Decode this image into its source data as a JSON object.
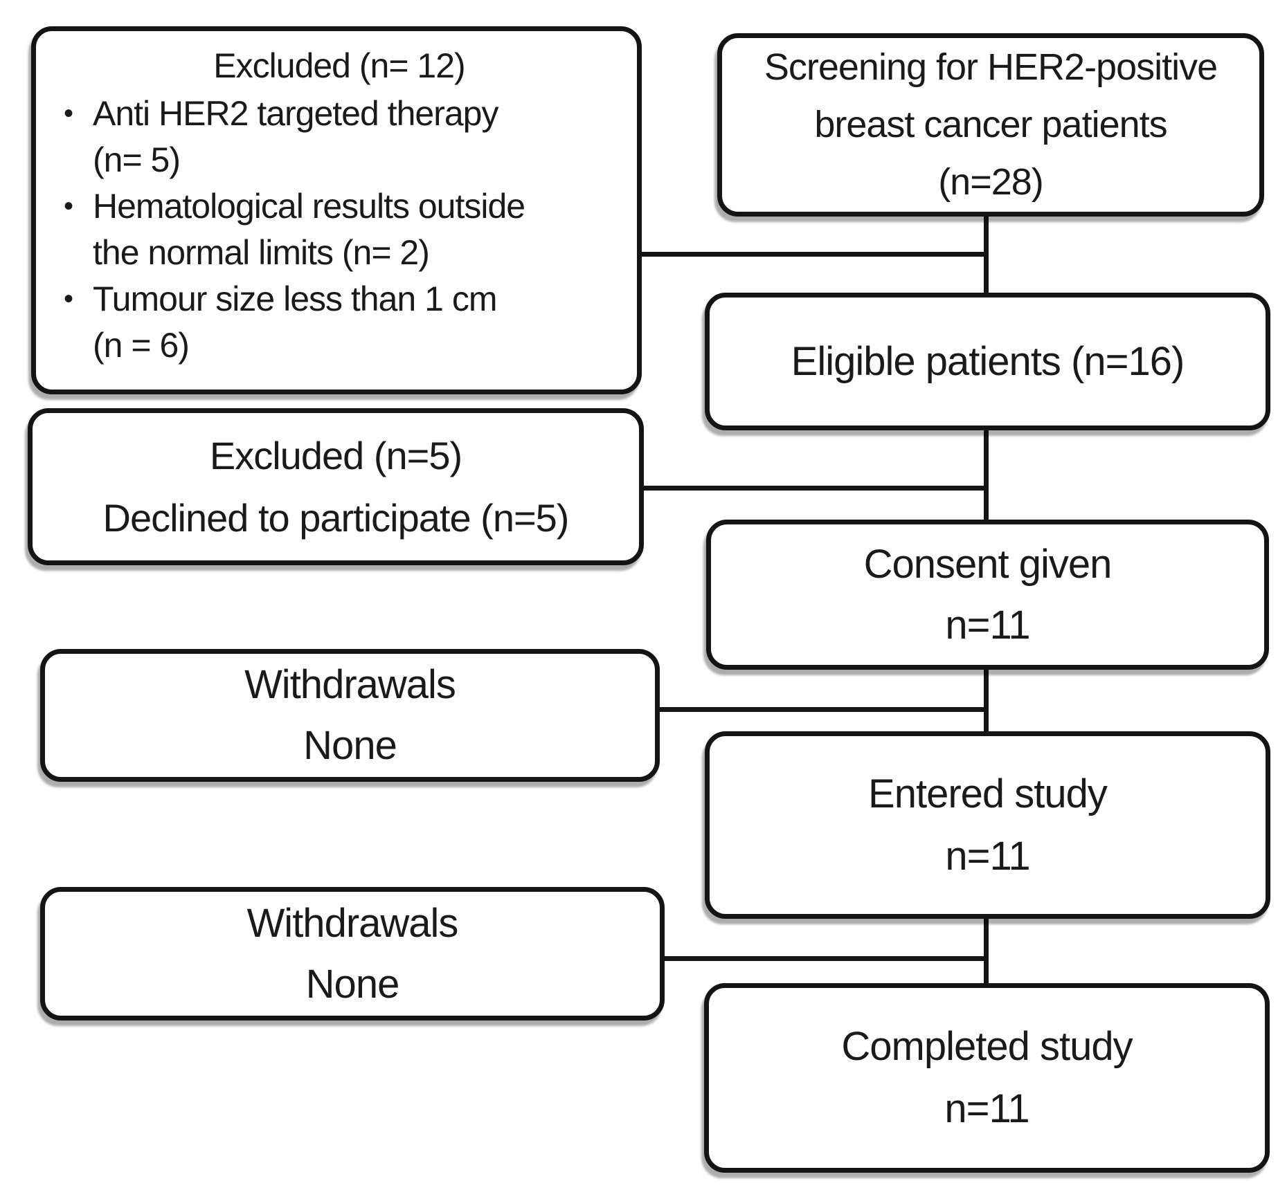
{
  "flow": {
    "screening": {
      "lines": [
        "Screening for HER2-positive",
        "breast cancer patients",
        "(n=28)"
      ]
    },
    "eligible": {
      "lines": [
        "Eligible patients (n=16)"
      ]
    },
    "consent": {
      "lines": [
        "Consent given",
        "n=11"
      ]
    },
    "entered": {
      "lines": [
        "Entered study",
        "n=11"
      ]
    },
    "completed": {
      "lines": [
        "Completed study",
        "n=11"
      ]
    }
  },
  "side": {
    "excluded_screening": {
      "title": "Excluded (n= 12)",
      "bullet_marker": "•",
      "bullets": [
        {
          "lines": [
            "Anti HER2 targeted therapy",
            "(n= 5)"
          ]
        },
        {
          "lines": [
            "Hematological results outside",
            "the normal limits (n= 2)"
          ]
        },
        {
          "lines": [
            "Tumour size less than 1 cm",
            "(n = 6)"
          ]
        }
      ]
    },
    "excluded_eligible": {
      "lines": [
        "Excluded (n=5)",
        "Declined to participate (n=5)"
      ]
    },
    "withdrawals_1": {
      "lines": [
        "Withdrawals",
        "None"
      ]
    },
    "withdrawals_2": {
      "lines": [
        "Withdrawals",
        "None"
      ]
    }
  },
  "colors": {
    "line": "#141414",
    "text": "#1a1a1a",
    "box_background": "#fefefe",
    "shadow": "#a6a6a6",
    "page_background": "#ffffff"
  }
}
